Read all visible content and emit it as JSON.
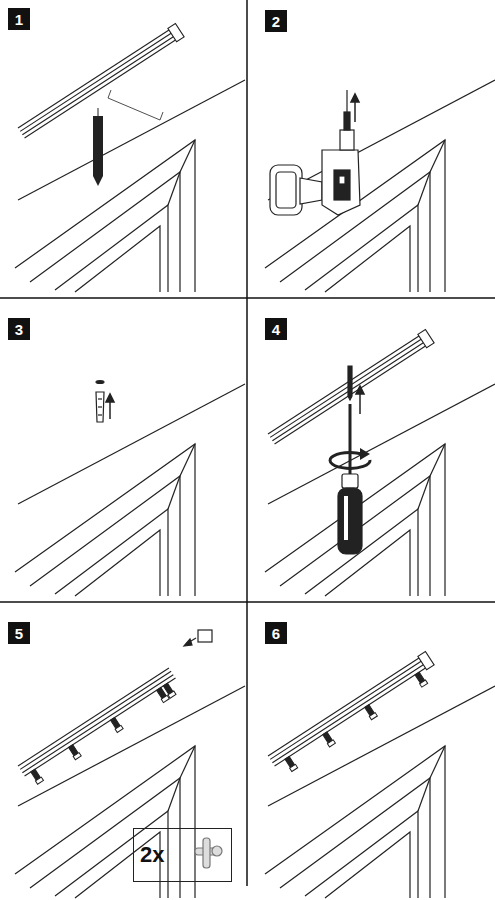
{
  "diagram": {
    "nodes": [
      {
        "text": [
          "1"
        ]
      },
      {
        "text": [
          "2"
        ]
      },
      {
        "text": [
          "3"
        ]
      },
      {
        "text": [
          "4"
        ]
      },
      {
        "text": [
          "5"
        ]
      },
      {
        "text": [
          "6"
        ]
      },
      {
        "text": [
          "2x"
        ]
      }
    ]
  }
}
